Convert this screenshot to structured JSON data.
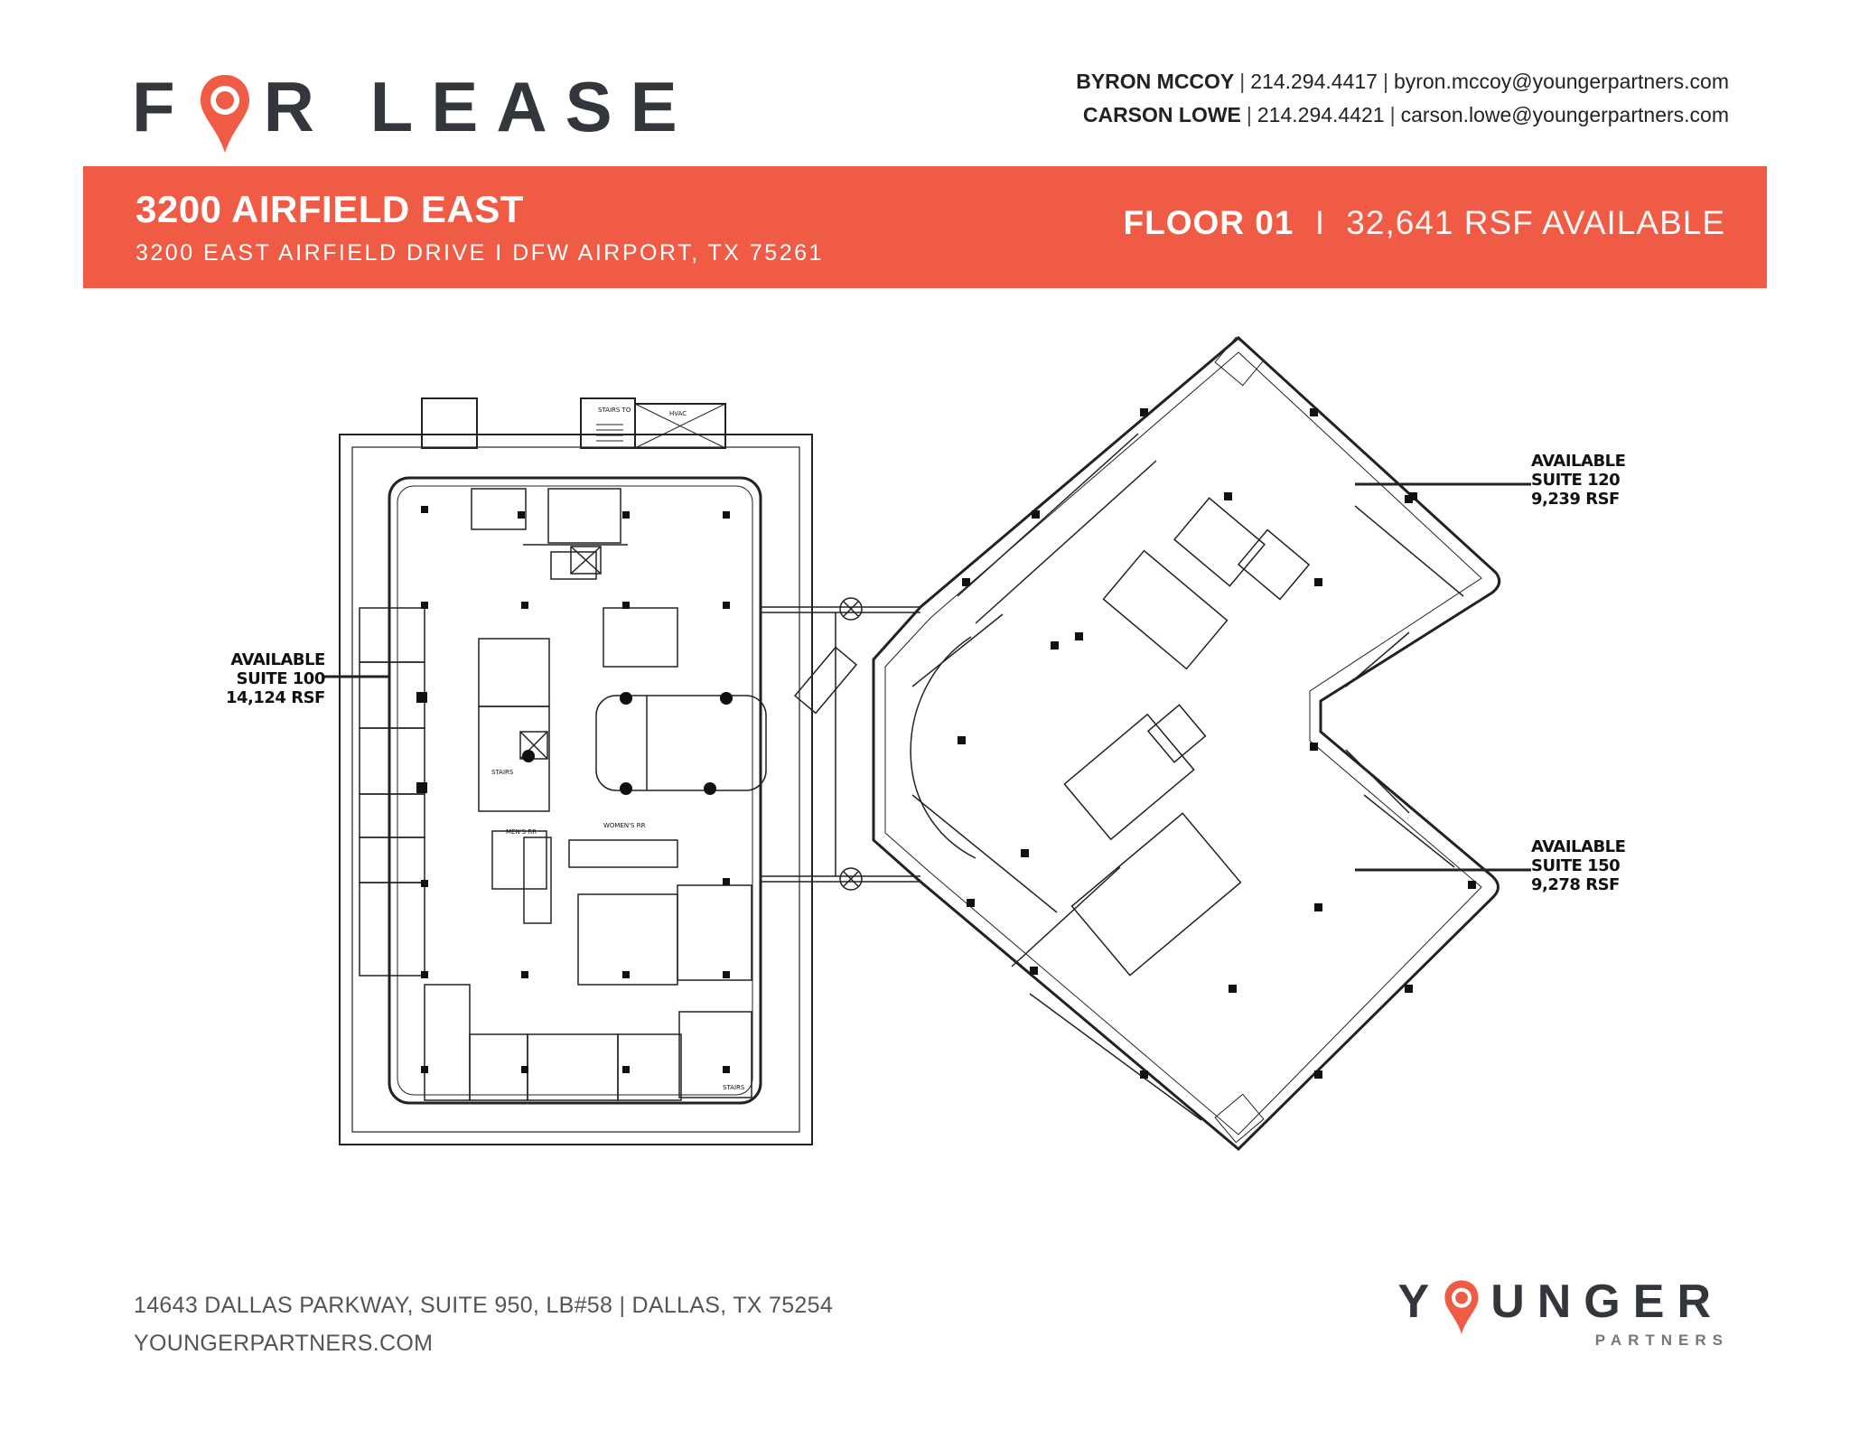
{
  "header": {
    "logo_text_before": "F",
    "logo_text_after": "R LEASE",
    "contacts": [
      {
        "name": "BYRON MCCOY",
        "phone": "214.294.4417",
        "email": "byron.mccoy@youngerpartners.com"
      },
      {
        "name": "CARSON LOWE",
        "phone": "214.294.4421",
        "email": "carson.lowe@youngerpartners.com"
      }
    ],
    "separator": "|"
  },
  "banner": {
    "building_name": "3200 AIRFIELD EAST",
    "address": "3200 EAST AIRFIELD DRIVE  I  DFW AIRPORT, TX 75261",
    "floor": "FLOOR 01",
    "divider": "I",
    "available": "32,641 RSF AVAILABLE",
    "color": "#f05b45"
  },
  "floorplan": {
    "suites": [
      {
        "status": "AVAILABLE",
        "suite": "SUITE 100",
        "rsf": "14,124 RSF"
      },
      {
        "status": "AVAILABLE",
        "suite": "SUITE 120",
        "rsf": "9,239 RSF"
      },
      {
        "status": "AVAILABLE",
        "suite": "SUITE 150",
        "rsf": "9,278 RSF"
      }
    ],
    "labels": {
      "stairs": "STAIRS",
      "stairs_to": "STAIRS TO",
      "hvac": "HVAC",
      "mens": "MEN'S RR",
      "womens": "WOMEN'S RR"
    }
  },
  "footer": {
    "address": "14643 DALLAS PARKWAY, SUITE 950, LB#58 | DALLAS, TX 75254",
    "website": "YOUNGERPARTNERS.COM",
    "logo_before": "Y",
    "logo_after": "UNGER",
    "logo_sub": "PARTNERS",
    "accent": "#f05b45"
  }
}
